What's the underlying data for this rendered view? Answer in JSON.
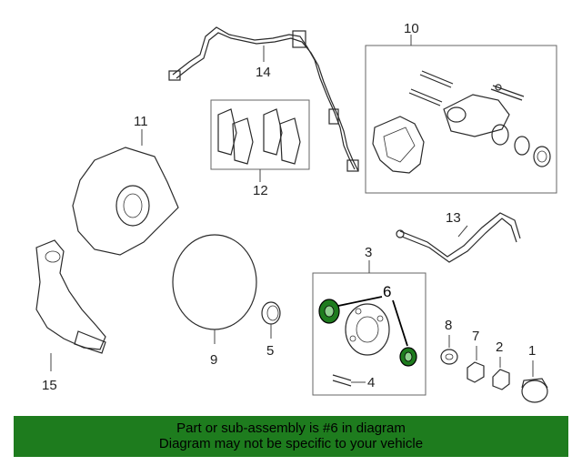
{
  "callouts": {
    "c1": "1",
    "c2": "2",
    "c3": "3",
    "c4": "4",
    "c5": "5",
    "c6": "6",
    "c7": "7",
    "c8": "8",
    "c9": "9",
    "c10": "10",
    "c11": "11",
    "c12": "12",
    "c13": "13",
    "c14": "14",
    "c15": "15"
  },
  "highlight_color": "#1e7c1e",
  "banner": {
    "line1": "Part or sub-assembly is #6 in diagram",
    "line2": "Diagram may not be specific to your vehicle"
  }
}
